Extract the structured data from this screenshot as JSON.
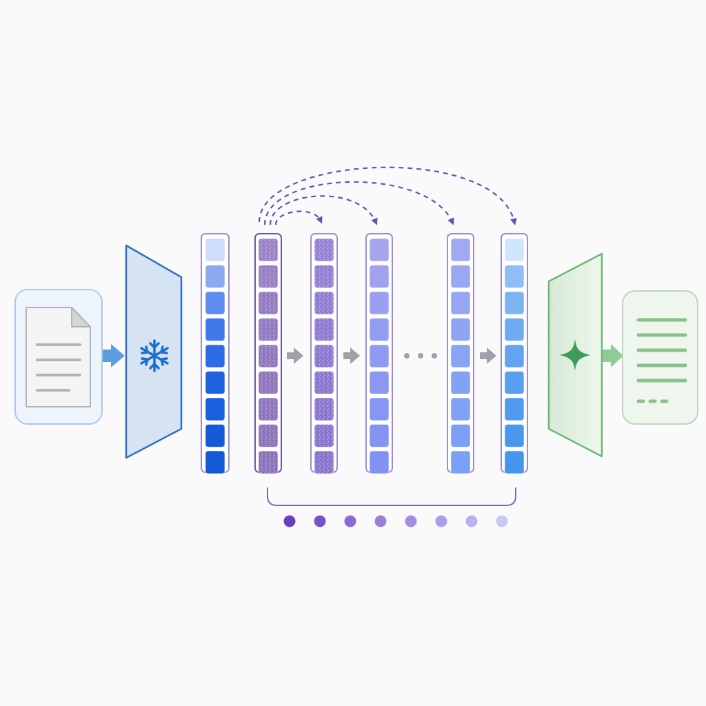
{
  "colors": {
    "background": "#fafafa",
    "input_doc_border": "#a9c8ee",
    "input_doc_fill": "#eef4fc",
    "encoder_fill": "#d6e3f3",
    "encoder_border": "#2f6fc4",
    "encoder_icon": "#1a6fd0",
    "embedding_border": "#9d8ccf",
    "latent_border": "#6e56a9",
    "purple_dash": "#6a4fb0",
    "gray_arrow": "#9ea2a8",
    "decoder_fill": "#e4f1e4",
    "decoder_border": "#6db874",
    "decoder_icon": "#3f9c57",
    "output_fill": "#eff6ee",
    "output_border": "#b7d9b4",
    "output_lines": "#86c28a",
    "blue_arrow": "#5c9ddc",
    "green_arrow": "#8fcb96"
  },
  "icons": {
    "input": "document-icon",
    "encoder": "snowflake-icon",
    "decoder": "sparkle-icon",
    "output": "text-lines-icon"
  },
  "diagram": {
    "input_document": {
      "text_lines": 4
    },
    "encoder": {
      "state": "frozen"
    },
    "embedding": {
      "cells": 9,
      "colors": [
        "#cfdcfb",
        "#8aa9f1",
        "#5f8def",
        "#3f79ea",
        "#2d6ce6",
        "#1f62e0",
        "#1a5fdb",
        "#155ad7",
        "#1358d4"
      ]
    },
    "steps": [
      {
        "kind": "latent",
        "style": "noisy",
        "colors": [
          "#9e86c9",
          "#9a83c7",
          "#9780c5",
          "#957ec3",
          "#937bc2",
          "#9279c0",
          "#9078bf",
          "#8f77be",
          "#8e76bd"
        ]
      },
      {
        "kind": "latent",
        "style": "noisy",
        "colors": [
          "#9a86d7",
          "#9784d6",
          "#9582d5",
          "#9380d4",
          "#917ed3",
          "#8f7cd2",
          "#8e7bd1",
          "#8c79d0",
          "#8b78cf"
        ]
      },
      {
        "kind": "latent",
        "style": "clean",
        "colors": [
          "#a7a5ee",
          "#a0a2ef",
          "#9a9ff0",
          "#949cf1",
          "#8f9af2",
          "#8a98f2",
          "#8696f3",
          "#8394f3",
          "#8192f4"
        ]
      },
      {
        "kind": "ellipsis"
      },
      {
        "kind": "latent",
        "style": "clean",
        "colors": [
          "#a1a9f3",
          "#9aa8f3",
          "#94a6f4",
          "#8fa5f4",
          "#89a3f5",
          "#84a2f5",
          "#80a1f6",
          "#7ca0f6",
          "#799ff6"
        ]
      },
      {
        "kind": "latent",
        "style": "clean",
        "colors": [
          "#d0e6fb",
          "#8fbdf5",
          "#7cb3f3",
          "#6eabf2",
          "#62a4f1",
          "#599ff0",
          "#519bef",
          "#4a97ee",
          "#4694ee"
        ]
      }
    ],
    "skip_arrows": 4,
    "step_dots": [
      "#6c3fc0",
      "#7a52c6",
      "#8e69d0",
      "#9c7fd8",
      "#a58de0",
      "#ae9ee8",
      "#b7b2f0",
      "#c5c8f6"
    ],
    "decoder": {
      "state": "generating"
    },
    "output_document": {
      "text_lines": 5
    }
  }
}
